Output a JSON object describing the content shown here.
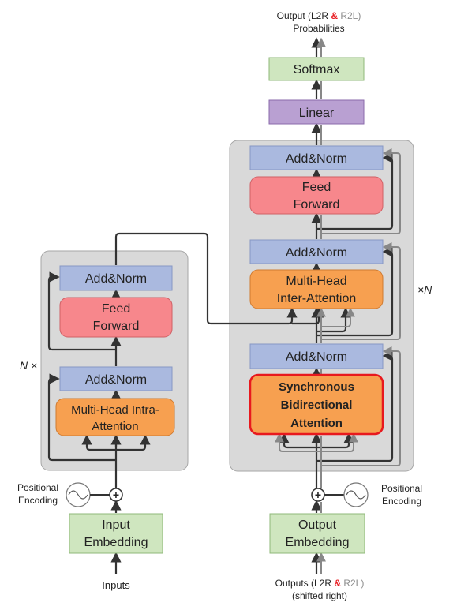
{
  "encoder": {
    "n_label": "N ×",
    "add_norm_top": "Add&Norm",
    "feed_forward_line1": "Feed",
    "feed_forward_line2": "Forward",
    "add_norm_bottom": "Add&Norm",
    "attention_line1": "Multi-Head Intra-",
    "attention_line2": "Attention",
    "positional_line1": "Positional",
    "positional_line2": "Encoding",
    "embedding_line1": "Input",
    "embedding_line2": "Embedding",
    "input_label": "Inputs"
  },
  "decoder": {
    "n_label": "×N",
    "output_line1_prefix": "Output (L2R ",
    "amp": "&",
    "r2l": "R2L)",
    "output_line2": "Probabilities",
    "softmax": "Softmax",
    "linear": "Linear",
    "add_norm_top": "Add&Norm",
    "feed_forward_line1": "Feed",
    "feed_forward_line2": "Forward",
    "add_norm_mid": "Add&Norm",
    "inter_line1": "Multi-Head",
    "inter_line2": "Inter-Attention",
    "add_norm_bottom": "Add&Norm",
    "sba_line1": "Synchronous",
    "sba_line2": "Bidirectional",
    "sba_line3": "Attention",
    "positional_line1": "Positional",
    "positional_line2": "Encoding",
    "embedding_line1": "Output",
    "embedding_line2": "Embedding",
    "outputs_prefix": "Outputs (L2R ",
    "outputs_amp": "&",
    "outputs_r2l": "R2L)",
    "shifted": "(shifted right)",
    "plus": "+"
  },
  "colors": {
    "panel": "#d9d9d9",
    "addnorm": "#aab9df",
    "feedforward": "#f7878c",
    "attention": "#f7a050",
    "softmax": "#cfe6bf",
    "linear": "#b9a0d2",
    "embedding": "#cfe6bf",
    "sba_border": "#e8191e",
    "amp_red": "#e8191e",
    "r2l_gray": "#8c8c8c"
  }
}
